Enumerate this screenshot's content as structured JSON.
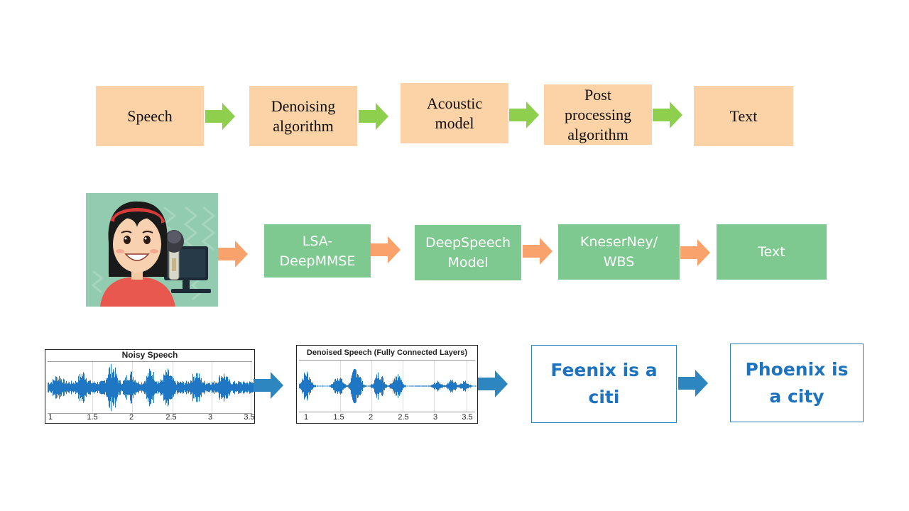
{
  "row1": {
    "boxes": [
      "Speech",
      "Denoising\nalgorithm",
      "Acoustic\nmodel",
      "Post\nprocessing\nalgorithm",
      "Text"
    ],
    "box_color": "#fbd3a6",
    "arrow_color": "#8fcf4e"
  },
  "row2": {
    "illustration": "woman-with-microphone-illustration",
    "boxes": [
      "LSA-\nDeepMMSE",
      "DeepSpeech\nModel",
      "KneserNey/\nWBS",
      "Text"
    ],
    "box_color": "#7ec98f",
    "arrow_color": "#f9a26c"
  },
  "row3": {
    "plots": [
      {
        "title": "Noisy Speech",
        "ticks": [
          "1",
          "1.5",
          "2",
          "2.5",
          "3",
          "3.5"
        ]
      },
      {
        "title": "Denoised Speech (Fully Connected Layers)",
        "ticks": [
          "1",
          "1.5",
          "2",
          "2.5",
          "3",
          "3.5"
        ]
      }
    ],
    "texts": [
      "Feenix is a\nciti",
      "Phoenix is\na city"
    ],
    "arrow_color": "#2e86c1",
    "wave_color": "#1f77c4"
  }
}
